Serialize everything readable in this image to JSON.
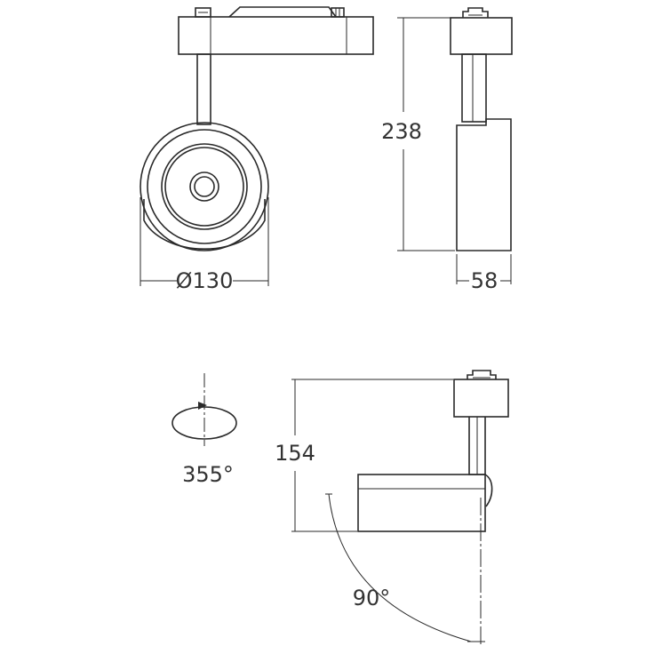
{
  "dimensions": {
    "diameter": "Ø130",
    "height_front": "238",
    "width_side": "58",
    "height_tilt": "154",
    "rotation": "355°",
    "tilt": "90°"
  },
  "colors": {
    "line": "#2a2a2a",
    "text": "#333333",
    "background": "#ffffff"
  }
}
